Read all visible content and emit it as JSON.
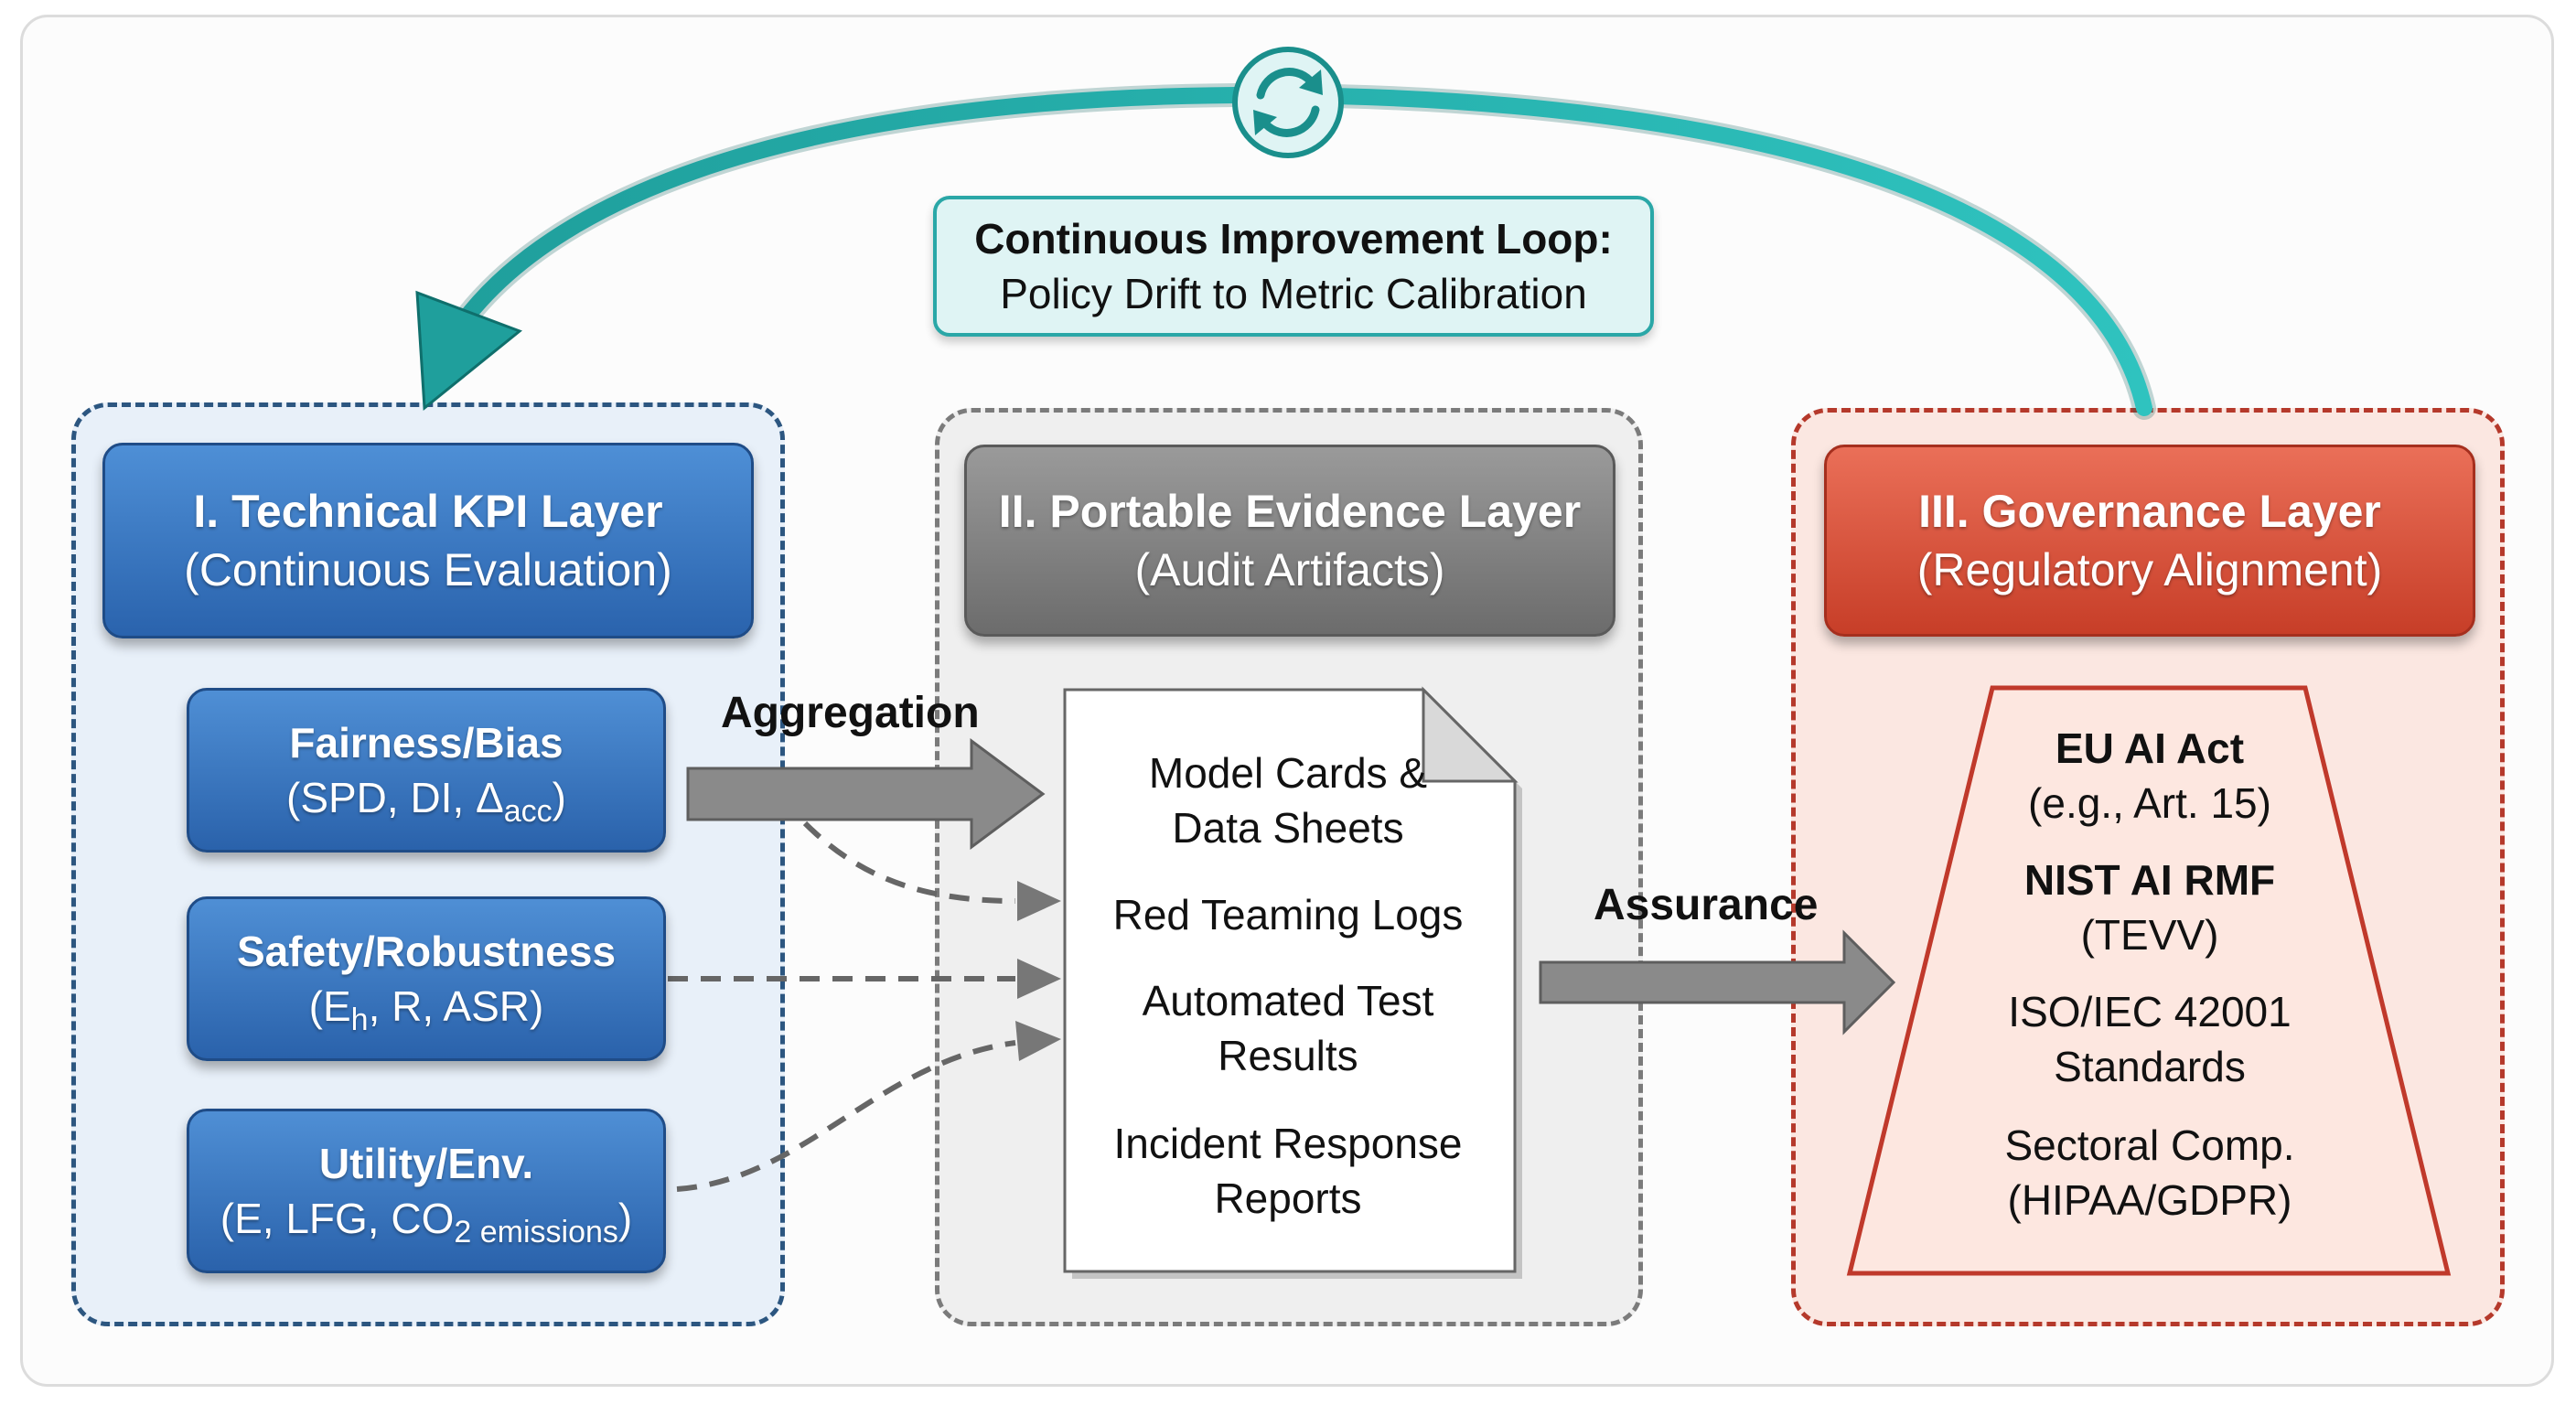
{
  "loop": {
    "title": "Continuous Improvement Loop:",
    "subtitle": "Policy Drift to Metric Calibration",
    "icon": "refresh-icon"
  },
  "layers": {
    "technical": {
      "title": "I. Technical KPI Layer",
      "subtitle": "(Continuous Evaluation)",
      "color": "#2f6db5"
    },
    "evidence": {
      "title": "II. Portable Evidence Layer",
      "subtitle": "(Audit Artifacts)",
      "color": "#7d7d7d"
    },
    "governance": {
      "title": "III. Governance Layer",
      "subtitle": "(Regulatory Alignment)",
      "color": "#d24a33"
    }
  },
  "kpis": [
    {
      "title": "Fairness/Bias",
      "pre": "(SPD, DI, Δ",
      "sub": "acc",
      "post": ")"
    },
    {
      "title": "Safety/Robustness",
      "pre": "(E",
      "sub": "h",
      "post": ", R, ASR)"
    },
    {
      "title": "Utility/Env.",
      "pre": "(E, LFG, CO",
      "sub": "2 emissions",
      "post": ")"
    }
  ],
  "arrows": {
    "aggregation": "Aggregation",
    "assurance": "Assurance"
  },
  "evidence_items": [
    {
      "line1": "Model Cards &",
      "line2": "Data Sheets"
    },
    {
      "line1": "Red Teaming Logs"
    },
    {
      "line1": "Automated Test",
      "line2": "Results"
    },
    {
      "line1": "Incident Response",
      "line2": "Reports"
    }
  ],
  "governance_items": [
    {
      "line1": "EU AI Act",
      "line2": "(e.g., Art. 15)"
    },
    {
      "line1": "NIST AI RMF",
      "line2": "(TEVV)"
    },
    {
      "line1": "ISO/IEC 42001",
      "line2": "Standards"
    },
    {
      "line1": "Sectoral Comp.",
      "line2": "(HIPAA/GDPR)"
    }
  ],
  "colors": {
    "loop_teal": "#25b3b0",
    "arrow_gray": "#8a8a8a"
  }
}
